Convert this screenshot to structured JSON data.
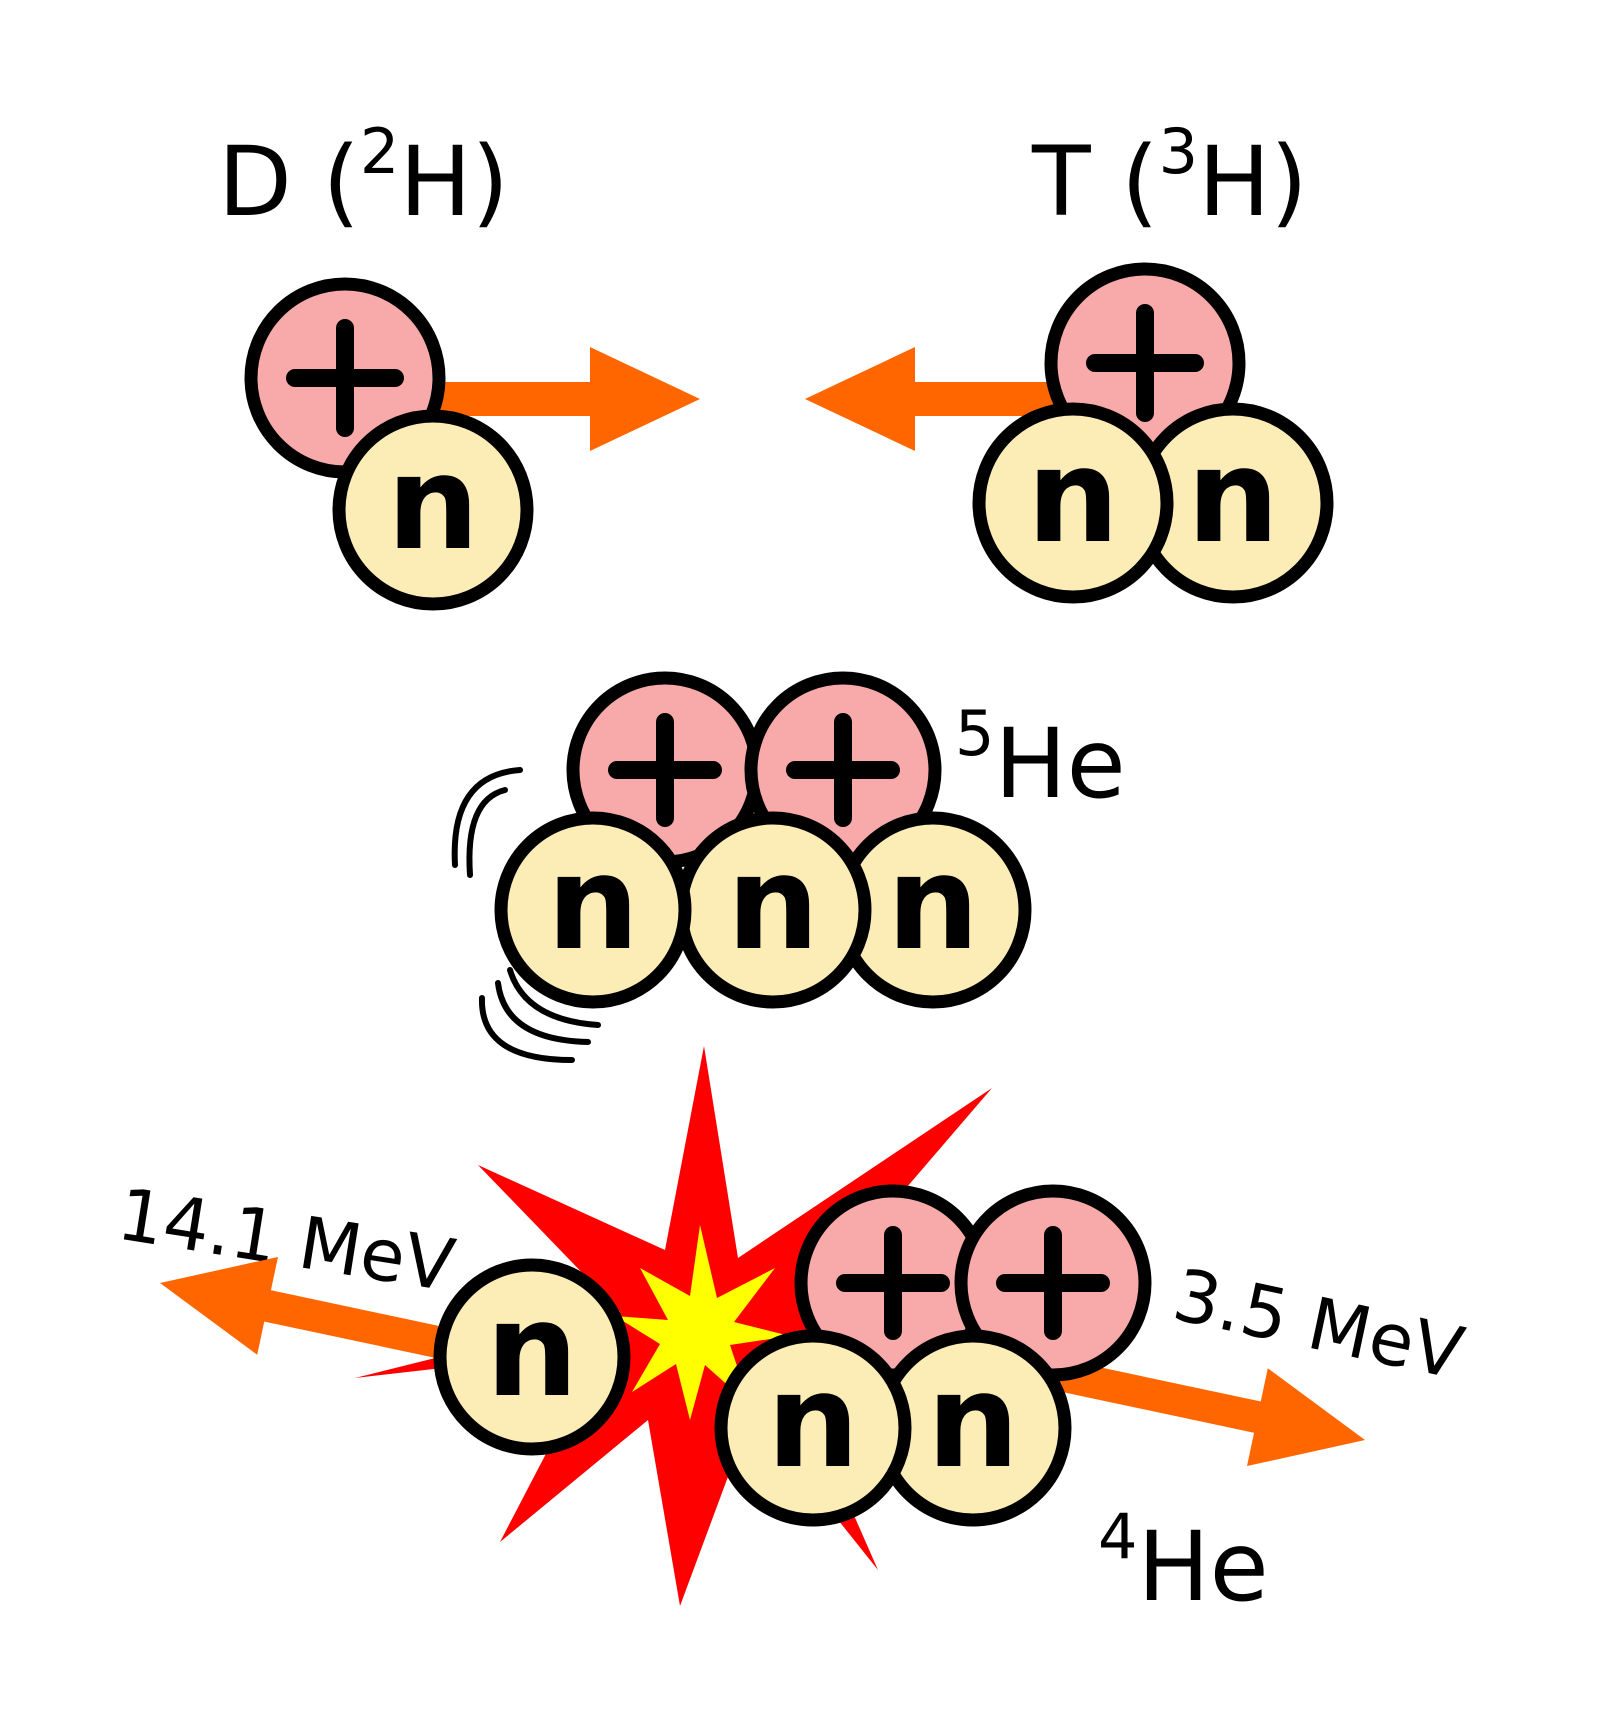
{
  "colors": {
    "proton": "#f8a9a9",
    "neutron": "#fbedb5",
    "outline": "#000000",
    "arrow": "#ff6600",
    "burst_outer": "#ff0000",
    "burst_inner": "#ffff00"
  },
  "labels": {
    "deuterium": {
      "main": "D (",
      "sup": "2",
      "tail": "H)"
    },
    "tritium": {
      "main": "T (",
      "sup": "3",
      "tail": "H)"
    },
    "helium5": {
      "sup": "5",
      "main": "He"
    },
    "helium4": {
      "sup": "4",
      "main": "He"
    },
    "neutron_energy": "14.1 MeV",
    "helium_energy": "3.5 MeV"
  },
  "particles": {
    "proton_symbol": "+",
    "neutron_symbol": "n"
  }
}
